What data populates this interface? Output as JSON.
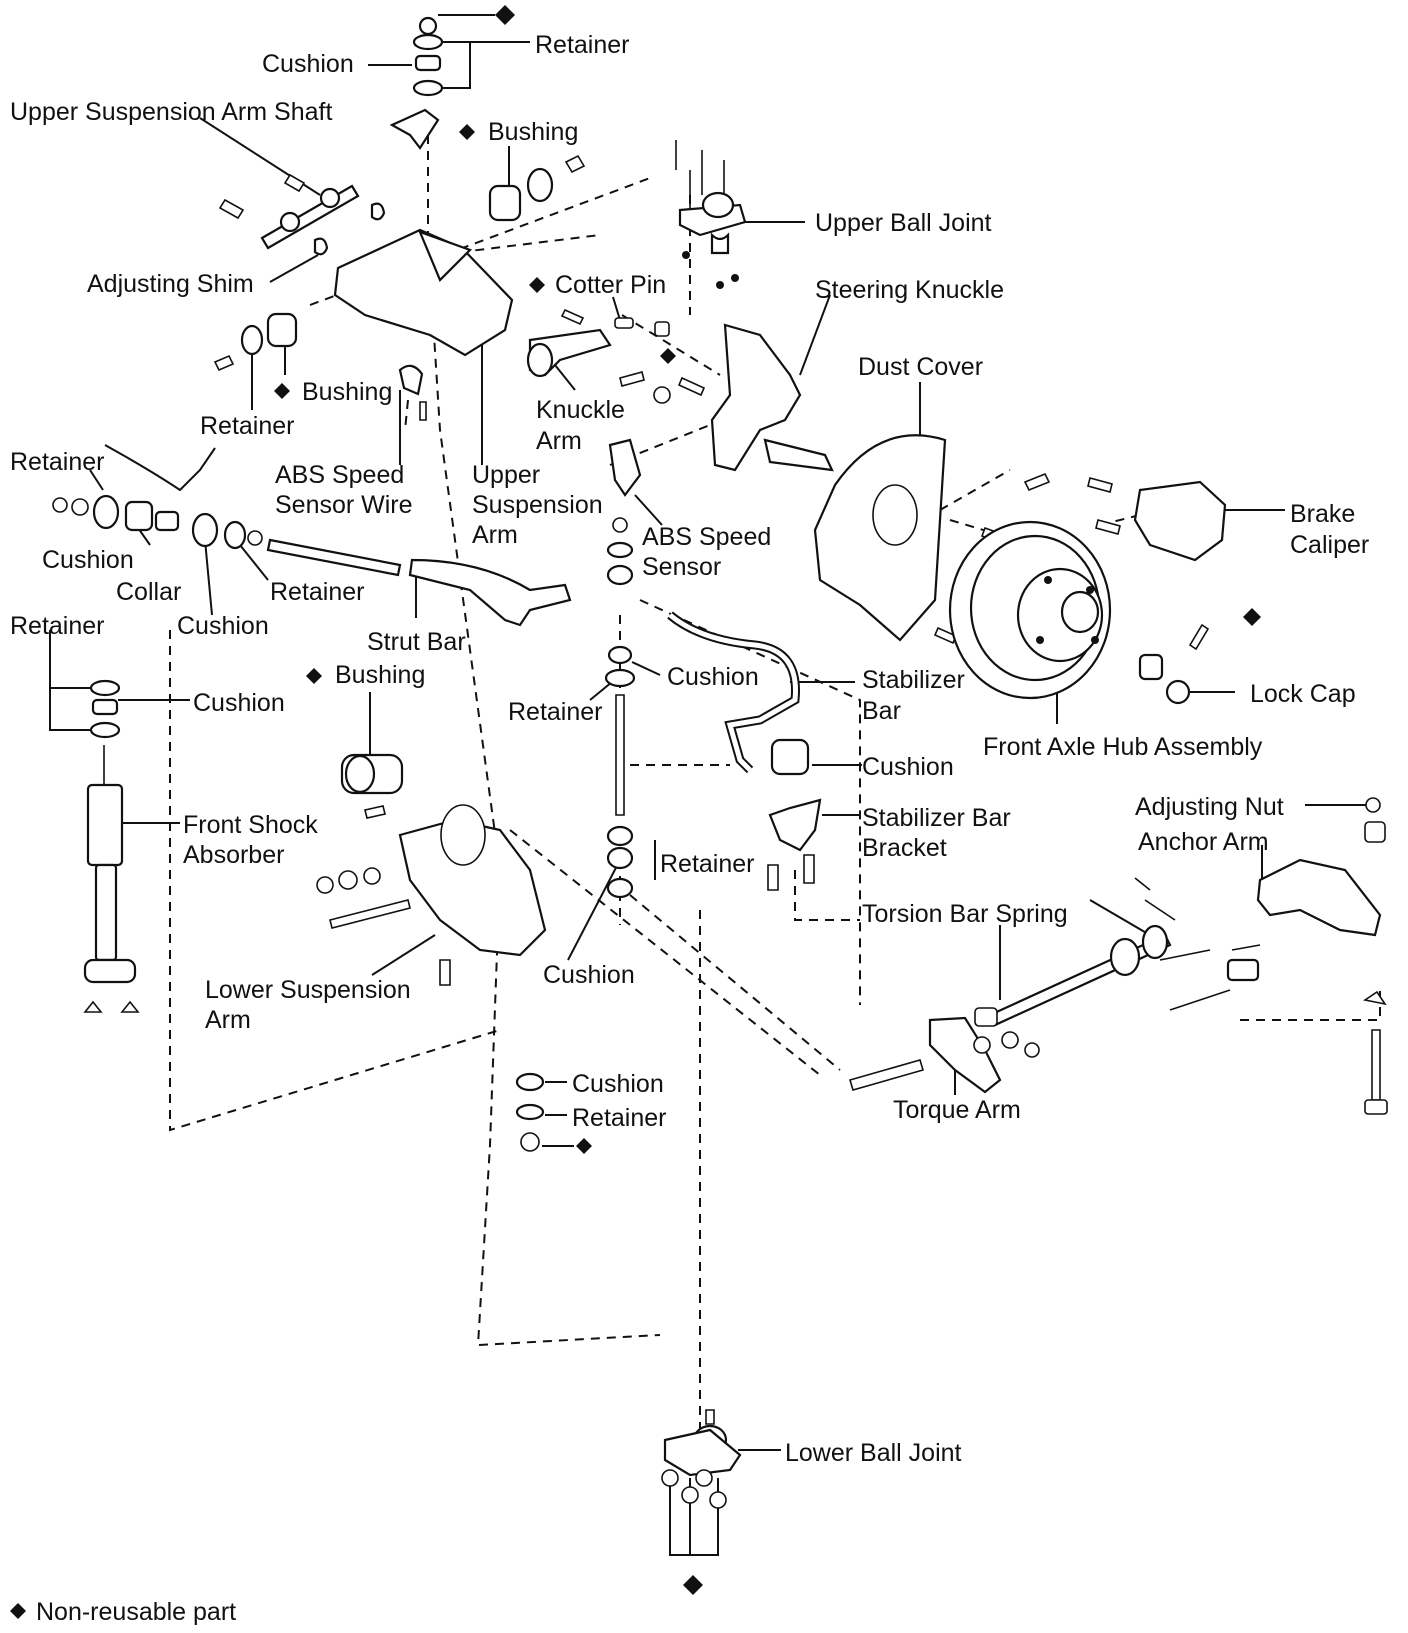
{
  "labels": {
    "retainer_top": "Retainer",
    "cushion_top": "Cushion",
    "upper_arm_shaft": "Upper Suspension Arm Shaft",
    "bushing_top": "Bushing",
    "upper_ball_joint": "Upper Ball Joint",
    "adjusting_shim": "Adjusting Shim",
    "cotter_pin": "Cotter Pin",
    "steering_knuckle": "Steering Knuckle",
    "bushing_mid": "Bushing",
    "dust_cover": "Dust Cover",
    "retainer_mid": "Retainer",
    "knuckle_arm_1": "Knuckle",
    "knuckle_arm_2": "Arm",
    "abs_wire_1": "ABS Speed",
    "abs_wire_2": "Sensor Wire",
    "upper_arm_1": "Upper",
    "upper_arm_2": "Suspension",
    "upper_arm_3": "Arm",
    "retainer_left": "Retainer",
    "abs_sensor_1": "ABS Speed",
    "abs_sensor_2": "Sensor",
    "brake_caliper_1": "Brake",
    "brake_caliper_2": "Caliper",
    "cushion_left": "Cushion",
    "collar": "Collar",
    "retainer_strut": "Retainer",
    "retainer_left2": "Retainer",
    "cushion_strut": "Cushion",
    "strut_bar": "Strut Bar",
    "bushing_low": "Bushing",
    "cushion_stab": "Cushion",
    "stab_bar_1": "Stabilizer",
    "stab_bar_2": "Bar",
    "lock_cap": "Lock Cap",
    "cushion_shock": "Cushion",
    "retainer_stab": "Retainer",
    "hub_assembly": "Front Axle Hub Assembly",
    "cushion_bracket": "Cushion",
    "shock_1": "Front Shock",
    "shock_2": "Absorber",
    "stab_bracket_1": "Stabilizer Bar",
    "stab_bracket_2": "Bracket",
    "adjusting_nut": "Adjusting Nut",
    "anchor_arm": "Anchor Arm",
    "retainer_link": "Retainer",
    "torsion_bar": "Torsion Bar Spring",
    "lower_arm_1": "Lower Suspension",
    "lower_arm_2": "Arm",
    "cushion_link": "Cushion",
    "cushion_bottom": "Cushion",
    "torque_arm": "Torque Arm",
    "retainer_bottom": "Retainer",
    "lower_ball_joint": "Lower Ball Joint"
  },
  "legend": {
    "text": "Non-reusable part"
  }
}
